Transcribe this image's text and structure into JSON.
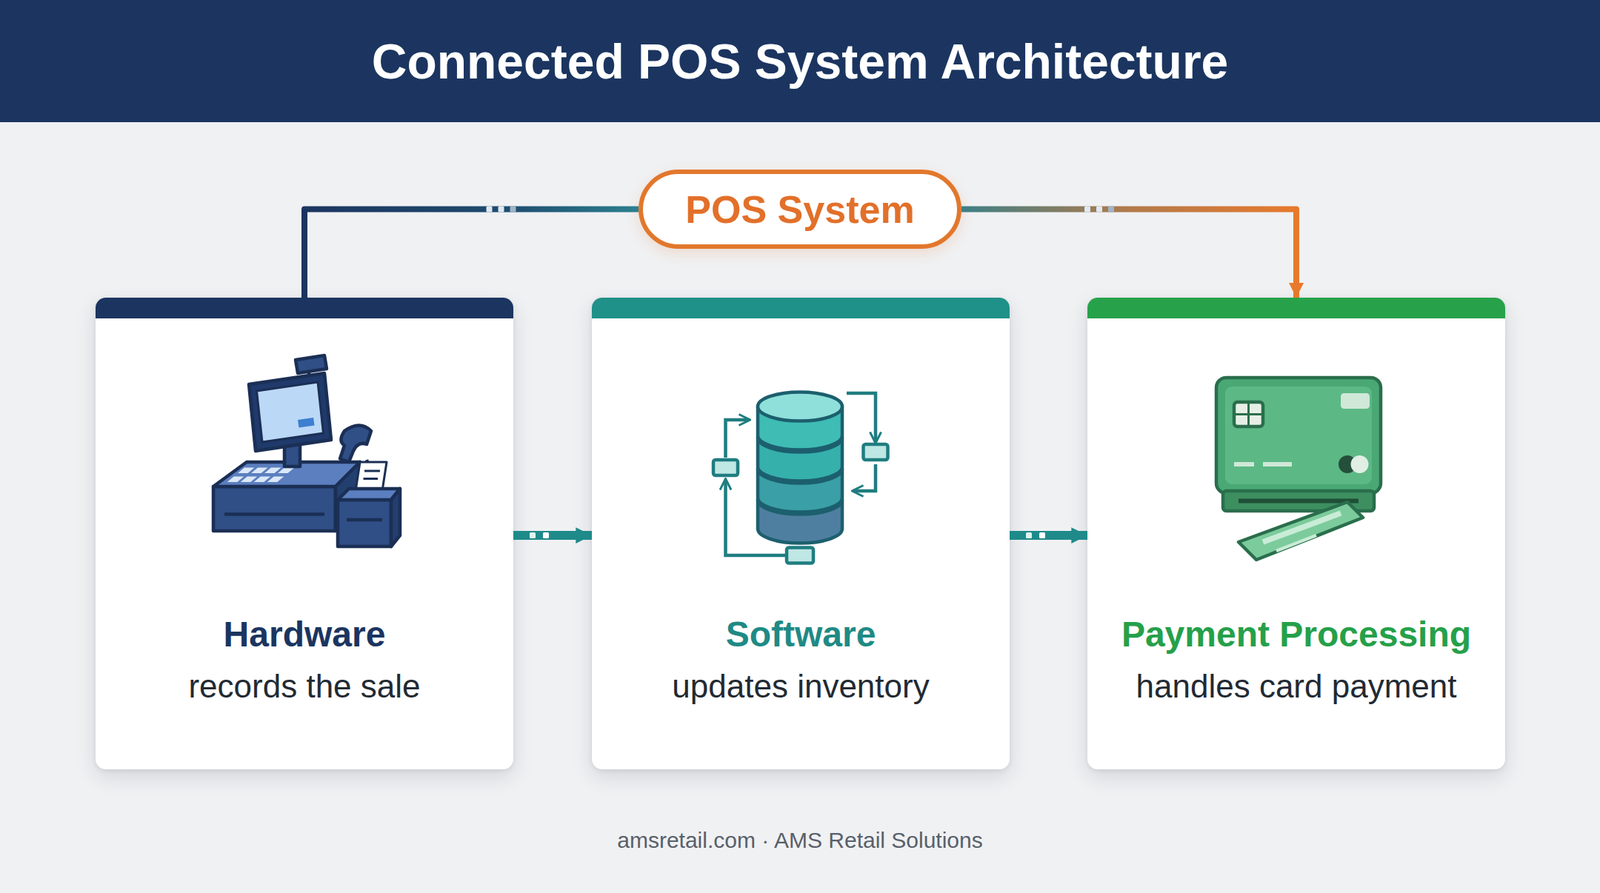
{
  "diagram": {
    "title": "Connected POS System Architecture",
    "nodes": [
      {
        "text": [
          "POS System"
        ]
      },
      {
        "text": [
          "Hardware",
          "records the sale"
        ]
      },
      {
        "text": [
          "Software",
          "updates inventory"
        ]
      },
      {
        "text": [
          "Payment Processing",
          "handles card payment"
        ]
      }
    ],
    "edges": [
      {
        "from": 0,
        "to": 1,
        "arrow": "none"
      },
      {
        "from": 0,
        "to": 3,
        "arrow": "to"
      },
      {
        "from": 1,
        "to": 2,
        "arrow": "to"
      },
      {
        "from": 2,
        "to": 3,
        "arrow": "to"
      }
    ],
    "labels": [
      "amsretail.com · AMS Retail Solutions"
    ]
  }
}
